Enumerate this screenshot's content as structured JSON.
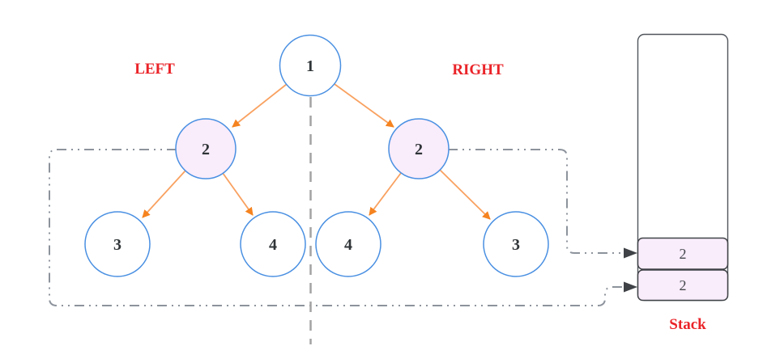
{
  "labels": {
    "left": "LEFT",
    "right": "RIGHT",
    "stack": "Stack"
  },
  "tree": {
    "root": "1",
    "level2": [
      "2",
      "2"
    ],
    "leaves": [
      "3",
      "4",
      "4",
      "3"
    ]
  },
  "stack_cells": [
    "2",
    "2"
  ],
  "colors": {
    "node_stroke": "#4a90e2",
    "node_fill": "#ffffff",
    "node_fill_highlight": "#f9ecfb",
    "edge_orange": "#f9a160",
    "arrow_orange": "#f5831f",
    "label_red": "#ea2328",
    "connector_gray": "#8d939c",
    "divider_gray": "#a3a3a3",
    "dark": "#3f4246",
    "stack_border": "#50555b"
  }
}
